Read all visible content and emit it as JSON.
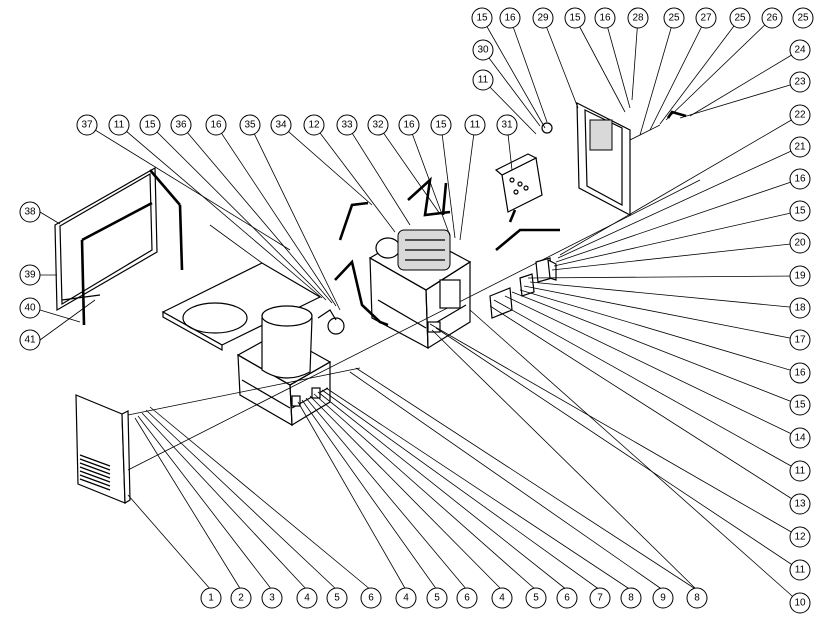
{
  "callouts": [
    {
      "label": "1"
    },
    {
      "label": "2"
    },
    {
      "label": "3"
    },
    {
      "label": "4"
    },
    {
      "label": "5"
    },
    {
      "label": "6"
    },
    {
      "label": "4"
    },
    {
      "label": "5"
    },
    {
      "label": "6"
    },
    {
      "label": "4"
    },
    {
      "label": "5"
    },
    {
      "label": "6"
    },
    {
      "label": "7"
    },
    {
      "label": "8"
    },
    {
      "label": "9"
    },
    {
      "label": "8"
    },
    {
      "label": "10"
    },
    {
      "label": "11"
    },
    {
      "label": "12"
    },
    {
      "label": "13"
    },
    {
      "label": "11"
    },
    {
      "label": "14"
    },
    {
      "label": "15"
    },
    {
      "label": "16"
    },
    {
      "label": "17"
    },
    {
      "label": "18"
    },
    {
      "label": "19"
    },
    {
      "label": "20"
    },
    {
      "label": "15"
    },
    {
      "label": "16"
    },
    {
      "label": "21"
    },
    {
      "label": "22"
    },
    {
      "label": "23"
    },
    {
      "label": "24"
    },
    {
      "label": "25"
    },
    {
      "label": "26"
    },
    {
      "label": "25"
    },
    {
      "label": "27"
    },
    {
      "label": "25"
    },
    {
      "label": "28"
    },
    {
      "label": "16"
    },
    {
      "label": "15"
    },
    {
      "label": "29"
    },
    {
      "label": "16"
    },
    {
      "label": "15"
    },
    {
      "label": "30"
    },
    {
      "label": "11"
    },
    {
      "label": "31"
    },
    {
      "label": "11"
    },
    {
      "label": "15"
    },
    {
      "label": "16"
    },
    {
      "label": "32"
    },
    {
      "label": "33"
    },
    {
      "label": "12"
    },
    {
      "label": "34"
    },
    {
      "label": "35"
    },
    {
      "label": "16"
    },
    {
      "label": "36"
    },
    {
      "label": "15"
    },
    {
      "label": "11"
    },
    {
      "label": "37"
    },
    {
      "label": "38"
    },
    {
      "label": "39"
    },
    {
      "label": "40"
    },
    {
      "label": "41"
    }
  ]
}
